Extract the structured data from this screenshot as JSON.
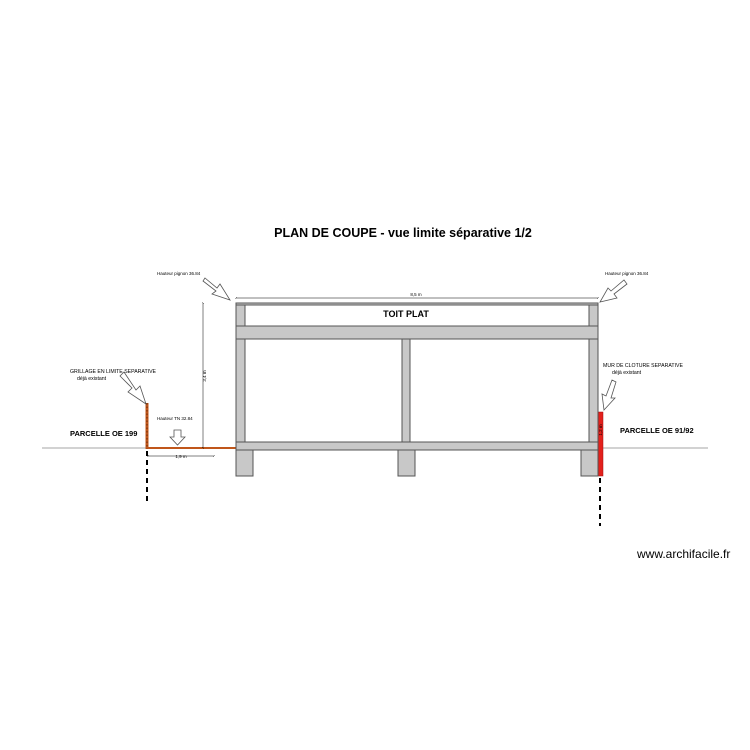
{
  "title": "PLAN DE COUPE - vue limite séparative 1/2",
  "roof_label": "TOIT PLAT",
  "parcel_left": "PARCELLE OE 199",
  "parcel_right": "PARCELLE OE 91/92",
  "fence_left": {
    "line1": "GRILLAGE EN LIMITE SEPARATIVE",
    "line2": "déjà existant"
  },
  "fence_right": {
    "line1": "MUR DE CLOTURE SEPARATIVE",
    "line2": "déjà existant"
  },
  "gable_left": "Hauteur pignon 36.84",
  "gable_right": "Hauteur pignon 36.84",
  "tn_height": "Hauteur TN 32.84",
  "dim_width": "8,5 m",
  "dim_height": "3,4 m",
  "dim_setback": "1,9 m",
  "dim_wall": "1,2 m",
  "watermark": "www.archifacile.fr",
  "colors": {
    "wall_fill": "#c8c8c8",
    "fence_left": "#c0561a",
    "fence_right": "#e3211c",
    "ground": "#888888"
  }
}
